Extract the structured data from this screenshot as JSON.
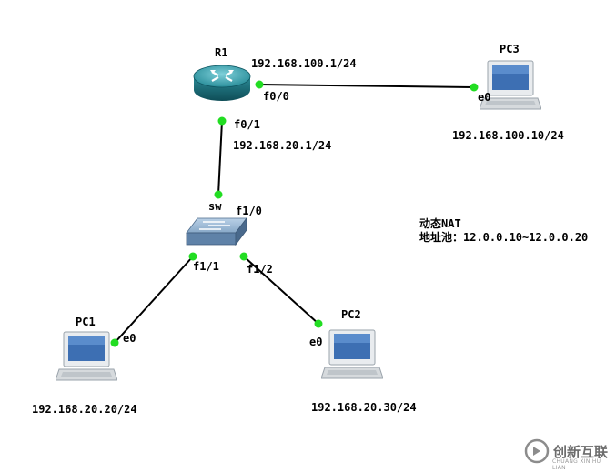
{
  "topology": {
    "nodes": {
      "r1": {
        "name": "R1"
      },
      "sw": {
        "name": "sw"
      },
      "pc1": {
        "name": "PC1"
      },
      "pc2": {
        "name": "PC2"
      },
      "pc3": {
        "name": "PC3"
      }
    },
    "interfaces": {
      "r1_f00": "f0/0",
      "r1_f01": "f0/1",
      "sw_f10": "f1/0",
      "sw_f11": "f1/1",
      "sw_f12": "f1/2",
      "pc1_e0": "e0",
      "pc2_e0": "e0",
      "pc3_e0": "e0"
    },
    "addresses": {
      "r1_f00": "192.168.100.1/24",
      "r1_f01": "192.168.20.1/24",
      "pc3": "192.168.100.10/24",
      "pc1": "192.168.20.20/24",
      "pc2": "192.168.20.30/24"
    },
    "nat_note": {
      "title": "动态NAT",
      "pool": "地址池：12.0.0.10~12.0.0.20"
    },
    "links": [
      {
        "from": "r1",
        "to": "pc3",
        "status": "up"
      },
      {
        "from": "r1",
        "to": "sw",
        "status": "up"
      },
      {
        "from": "sw",
        "to": "pc1",
        "status": "up"
      },
      {
        "from": "sw",
        "to": "pc2",
        "status": "up"
      }
    ],
    "link_status_color": "#22dd22"
  },
  "watermark": {
    "text": "创新互联",
    "sub": "CHUANG XIN HU LIAN"
  }
}
